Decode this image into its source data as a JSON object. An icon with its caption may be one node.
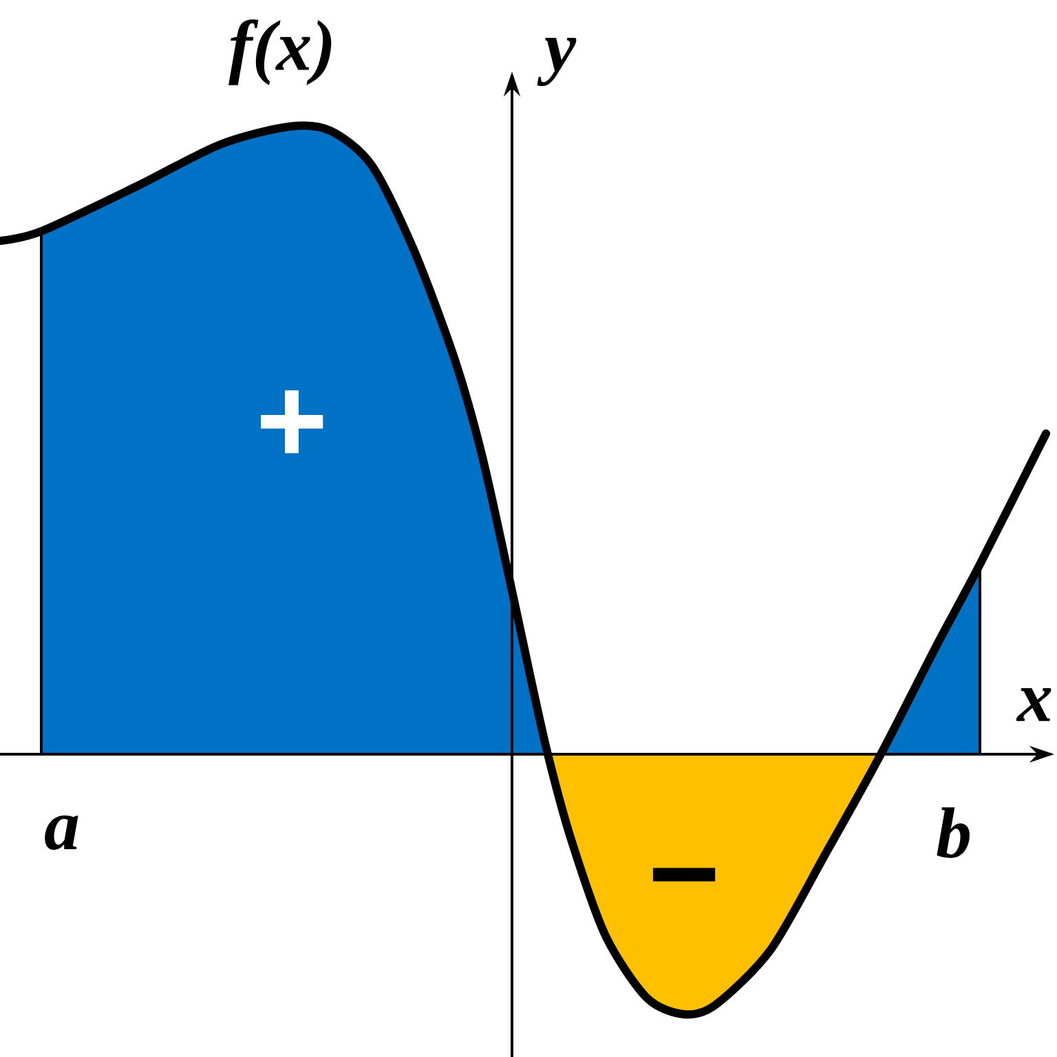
{
  "diagram": {
    "labels": [
      "f(x)",
      "y",
      "+",
      "x",
      "a",
      "−",
      "b"
    ]
  }
}
